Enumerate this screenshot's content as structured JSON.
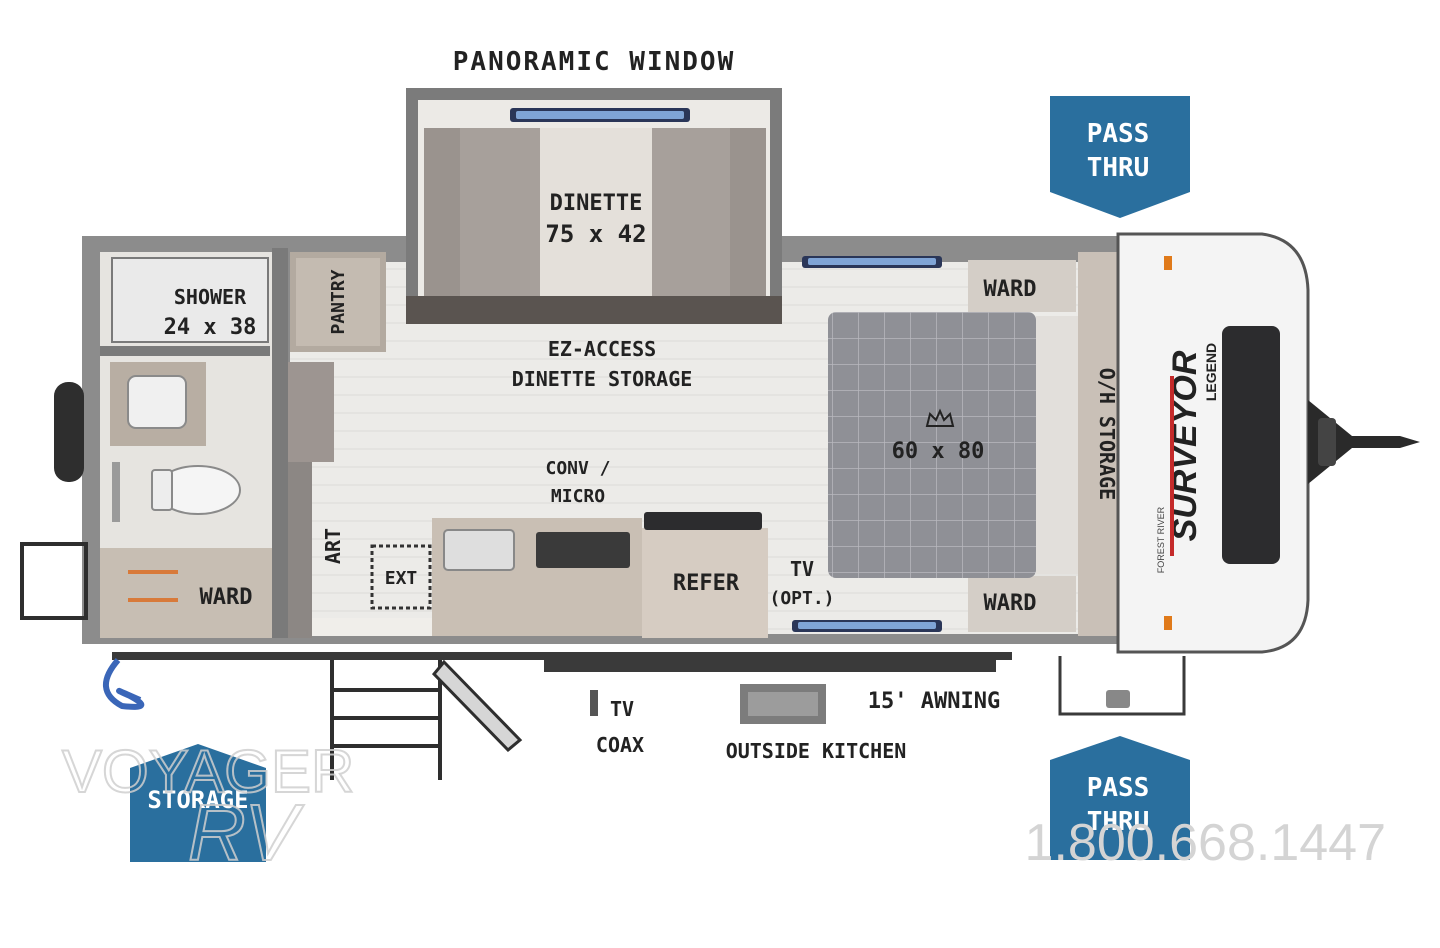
{
  "labels": {
    "panoramic_window": "PANORAMIC WINDOW",
    "dinette_1": "DINETTE",
    "dinette_2": "75 x 42",
    "shower_1": "SHOWER",
    "shower_2": "24 x 38",
    "pantry": "PANTRY",
    "ez_access_1": "EZ-ACCESS",
    "ez_access_2": "DINETTE STORAGE",
    "ward_top": "WARD",
    "ward_bottom": "WARD",
    "ward_bath": "WARD",
    "oh_storage": "O/H STORAGE",
    "bed": "60 x 80",
    "conv_micro_1": "CONV /",
    "conv_micro_2": "MICRO",
    "art": "ART",
    "ext": "EXT",
    "refer": "REFER",
    "tv_1": "TV",
    "tv_2": "(OPT.)",
    "awning": "15' AWNING",
    "tv_coax_1": "TV",
    "tv_coax_2": "COAX",
    "outside_kitchen": "OUTSIDE KITCHEN"
  },
  "badges": {
    "pass_thru_top_1": "PASS",
    "pass_thru_top_2": "THRU",
    "pass_thru_bottom_1": "PASS",
    "pass_thru_bottom_2": "THRU",
    "storage": "STORAGE"
  },
  "branding": {
    "model_brand": "FOREST RIVER",
    "model_name": "SURVEYOR",
    "model_sub": "LEGEND",
    "watermark_1": "VOYAGER",
    "watermark_2": "RV",
    "phone": "1.800.668.1447"
  },
  "colors": {
    "badge_blue": "#2a6f9e",
    "floor": "#ebe9e5",
    "wall": "#7a7a7a",
    "cabinet": "#b8aea3",
    "mattress": "#8e8e94"
  }
}
